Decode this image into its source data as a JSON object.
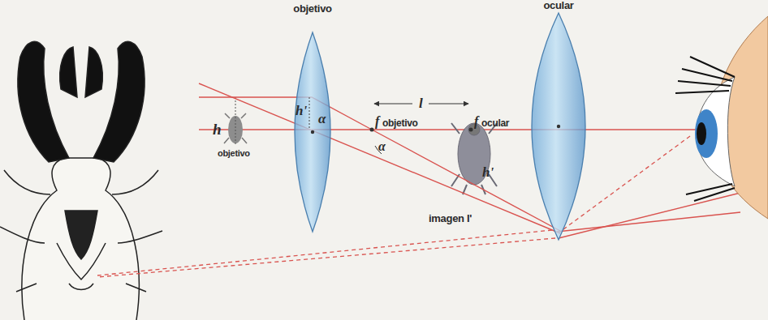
{
  "diagram": {
    "nodes": [
      {
        "text": [
          "objetivo",
          "h'",
          "α"
        ]
      },
      {
        "text": [
          "ocular"
        ]
      }
    ],
    "labels": [
      "h",
      "objetivo",
      "l",
      "f",
      "objetivo",
      "α",
      "f",
      "ocular",
      "h'",
      "imagen I'"
    ]
  }
}
